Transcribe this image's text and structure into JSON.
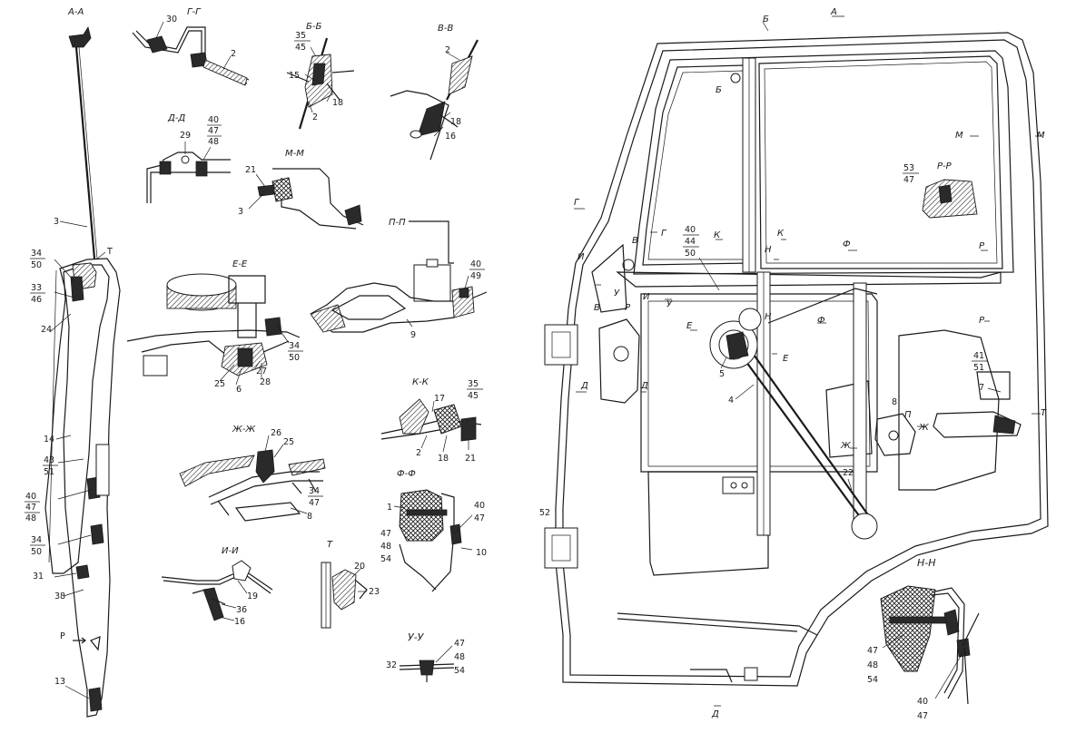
{
  "sections": {
    "aa": "А-А",
    "gg": "Г-Г",
    "bb": "Б-Б",
    "vv": "В-В",
    "dd": "Д-Д",
    "mm": "М-М",
    "ee": "Е-Е",
    "pp": "П-П",
    "kk": "К-К",
    "zhzh": "Ж-Ж",
    "ff": "Ф-Ф",
    "ii": "И-И",
    "t": "Т",
    "uu": "У-У",
    "rr": "Р-Р",
    "nn": "Н-Н"
  },
  "marks": {
    "A": "А",
    "B": "Б",
    "V": "В",
    "G": "Г",
    "D": "Д",
    "E": "Е",
    "ZH": "Ж",
    "I": "И",
    "K": "К",
    "M": "М",
    "N": "Н",
    "P": "П",
    "R": "Р",
    "T": "Т",
    "U": "У",
    "F": "Ф"
  },
  "labels": {
    "n1": "1",
    "n2": "2",
    "n3": "3",
    "n4": "4",
    "n5": "5",
    "n6": "6",
    "n7": "7",
    "n8": "8",
    "n9": "9",
    "n10": "10",
    "n13": "13",
    "n14": "14",
    "n15": "15",
    "n16": "16",
    "n17": "17",
    "n18": "18",
    "n19": "19",
    "n20": "20",
    "n21": "21",
    "n22": "22",
    "n23": "23",
    "n24": "24",
    "n25": "25",
    "n26": "26",
    "n27": "27",
    "n28": "28",
    "n29": "29",
    "n30": "30",
    "n31": "31",
    "n32": "32",
    "n35": "35",
    "n36": "36",
    "n38": "38",
    "n40": "40",
    "n41": "41",
    "n43": "43",
    "n44": "44",
    "n45": "45",
    "n46": "46",
    "n47": "47",
    "n48": "48",
    "n49": "49",
    "n50": "50",
    "n51": "51",
    "n52": "52",
    "n53": "53",
    "n54": "54",
    "n33": "33",
    "n34": "34"
  }
}
